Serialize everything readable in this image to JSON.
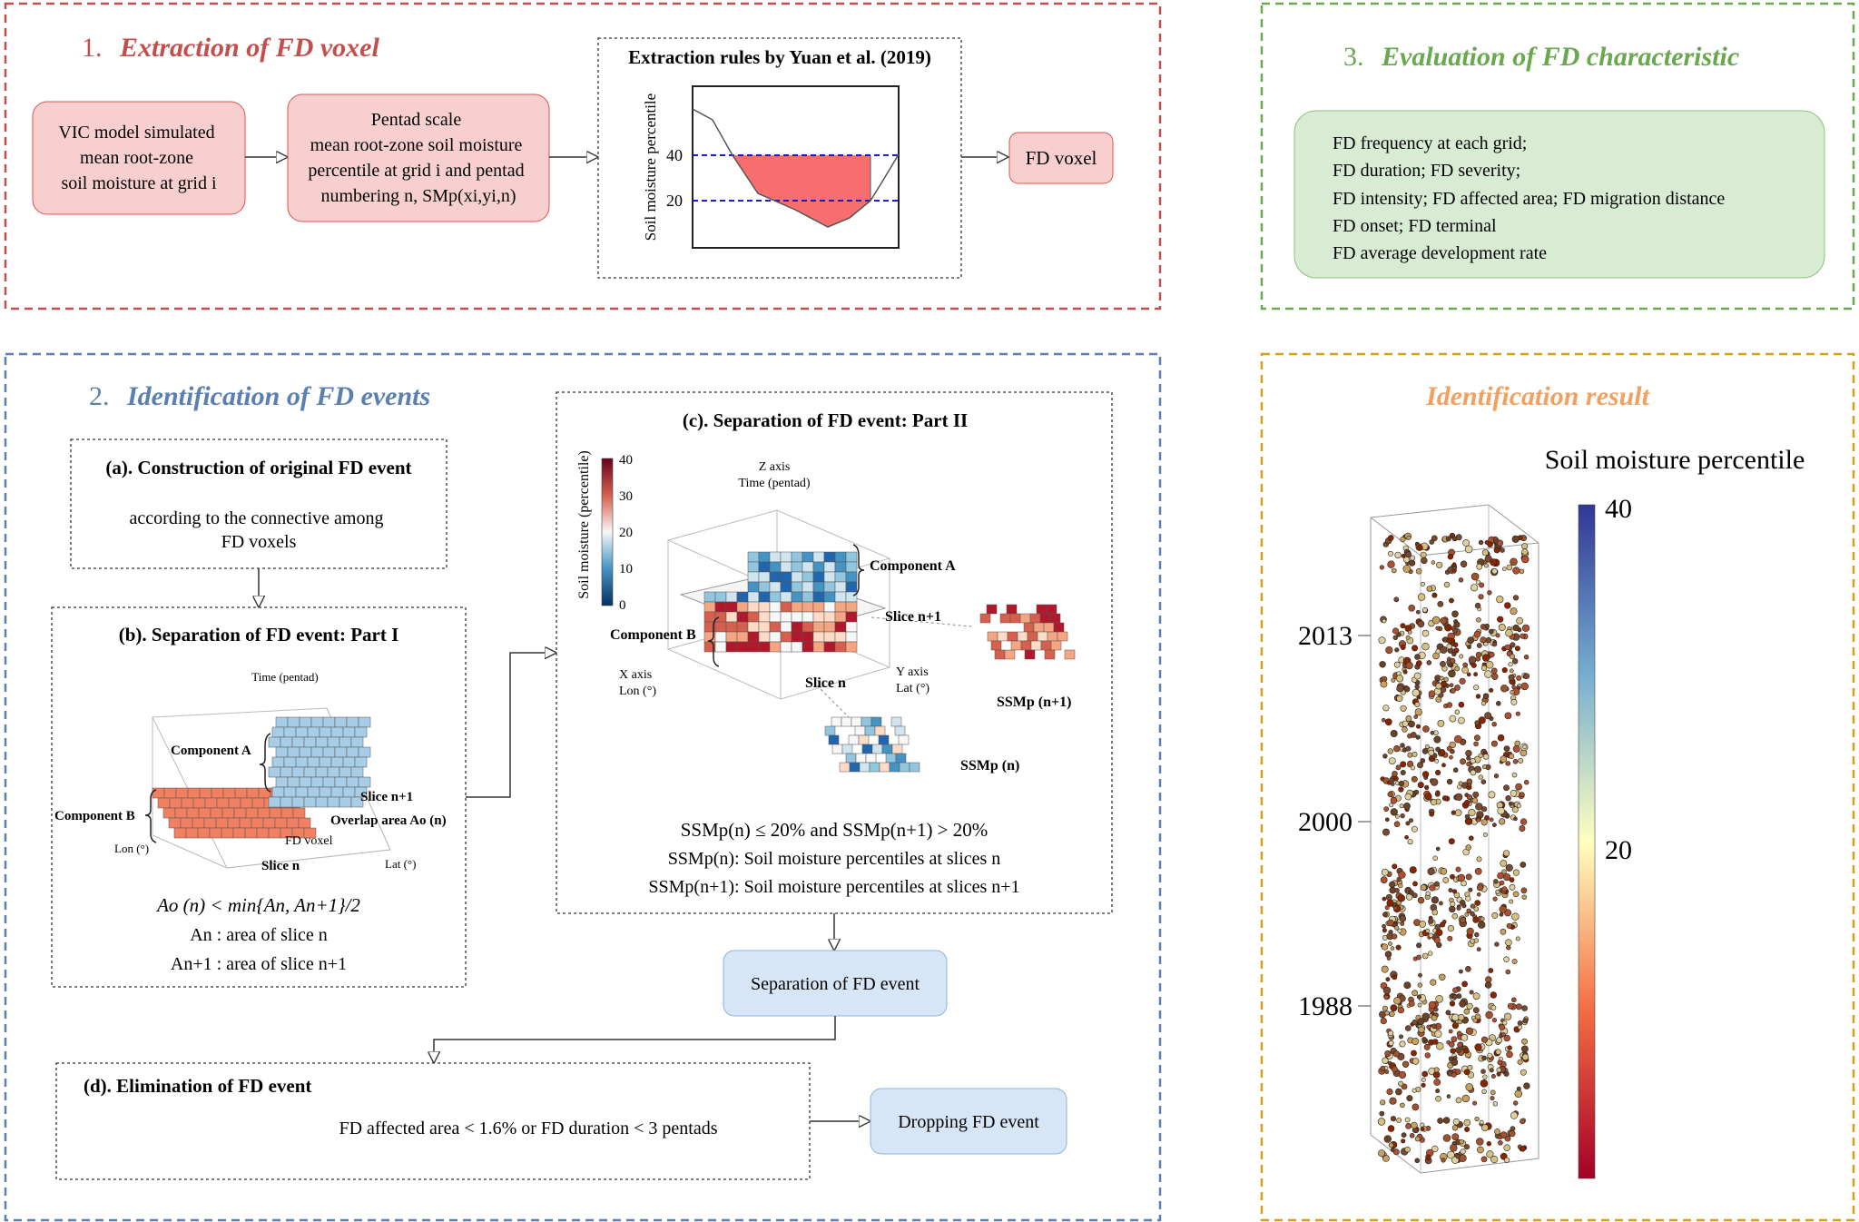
{
  "colors": {
    "red_section": "#c0504d",
    "blue_section": "#5b7fb0",
    "green_section": "#6aa84f",
    "gold_section": "#d4a017",
    "pink_box": "#f7cfcf",
    "pink_border": "#d9534f",
    "green_box": "#d8ecd3",
    "blue_box": "#d6e6f7",
    "cube_red": "#f08060",
    "cube_blue": "#a8cde6"
  },
  "section1": {
    "number": "1.",
    "title": "Extraction of FD voxel",
    "box1": [
      "VIC model simulated",
      "mean root-zone",
      "soil moisture at grid i"
    ],
    "box2": [
      "Pentad scale",
      "mean root-zone soil moisture",
      "percentile at grid i and pentad",
      "numbering n, SMp(xi,yi,n)"
    ],
    "rules_title": "Extraction rules by Yuan et al. (2019)",
    "rules_ylabel": "Soil moisture percentile",
    "rules_ticks": [
      "40",
      "20"
    ],
    "fd_voxel": "FD voxel"
  },
  "section3": {
    "number": "3.",
    "title": "Evaluation of FD characteristic",
    "items": [
      "FD frequency at each grid;",
      "FD duration; FD severity;",
      "FD intensity; FD affected area; FD migration distance",
      "FD onset; FD terminal",
      "FD average development rate"
    ]
  },
  "section2": {
    "number": "2.",
    "title": "Identification of FD events",
    "a": {
      "title": "(a). Construction of original FD event",
      "text": [
        "according to the connective among",
        "FD voxels"
      ]
    },
    "b": {
      "title": "(b). Separation of FD event: Part I",
      "time_label": "Time (pentad)",
      "component_a": "Component A",
      "component_b": "Component B",
      "slice_n1": "Slice n+1",
      "overlap": "Overlap area Ao (n)",
      "fd_voxel": "FD voxel",
      "slice_n": "Slice n",
      "lon": "Lon (°)",
      "lat": "Lat (°)",
      "eq1": "Ao (n)  < min{An, An+1}/2",
      "eq2": "An : area of slice n",
      "eq3": "An+1 : area of slice n+1"
    },
    "c": {
      "title": "(c). Separation of FD event: Part II",
      "colorbar_label": "Soil moisture (percentile)",
      "colorbar_ticks": [
        "40",
        "30",
        "20",
        "10",
        "0"
      ],
      "z_axis": "Z axis",
      "time": "Time (pentad)",
      "component_a": "Component A",
      "component_b": "Component B",
      "slice_n1": "Slice n+1",
      "slice_n": "Slice n",
      "x_axis": "X axis",
      "lon": "Lon (°)",
      "y_axis": "Y axis",
      "lat": "Lat (°)",
      "ssm_n1": "SSMp (n+1)",
      "ssm_n": "SSMp (n)",
      "eq1": "SSMp(n) ≤ 20% and SSMp(n+1) > 20%",
      "eq2": "SSMp(n): Soil moisture percentiles at slices n",
      "eq3": "SSMp(n+1): Soil moisture percentiles at slices n+1"
    },
    "separation": "Separation of FD event",
    "d": {
      "title": "(d). Elimination of FD event",
      "text": "FD affected area  <  1.6%  or  FD duration < 3 pentads"
    },
    "dropping": "Dropping FD event"
  },
  "result": {
    "title": "Identification result",
    "colorbar_title": "Soil moisture percentile",
    "colorbar_ticks": [
      "40",
      "20"
    ],
    "years": [
      "2013",
      "2000",
      "1988"
    ]
  }
}
